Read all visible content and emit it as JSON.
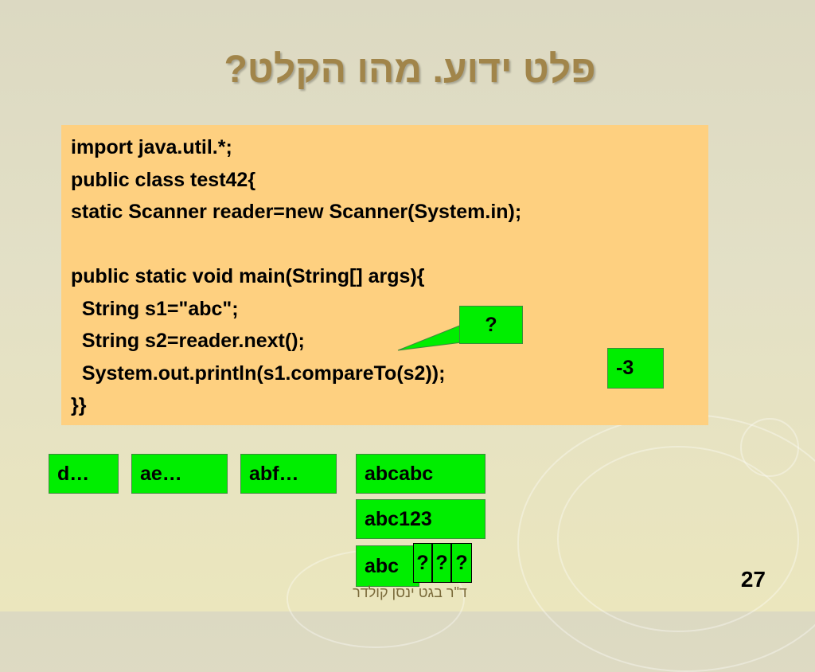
{
  "slide": {
    "title": "פלט ידוע. מהו הקלט?",
    "footer": "ד\"ר בגט ינסן קולדר",
    "page_number": "27"
  },
  "code": {
    "lines": [
      "import java.util.*;",
      "public class test42{",
      "static Scanner reader=new Scanner(System.in);",
      "",
      "public static void main(String[] args){",
      "  String s1=\"abc\";",
      "  String s2=reader.next();",
      "  System.out.println(s1.compareTo(s2));",
      "}}"
    ]
  },
  "callout": {
    "label": "?"
  },
  "output": {
    "value": "-3"
  },
  "answers": {
    "row1": [
      "d…",
      "ae…",
      "abf…",
      "abcabc"
    ],
    "abc123": "abc123",
    "abc_prefix": "abc",
    "q_marks": [
      "?",
      "?",
      "?"
    ]
  },
  "colors": {
    "code_background": "#fed080",
    "answer_box": "#00ee00",
    "title": "#a1854a"
  }
}
